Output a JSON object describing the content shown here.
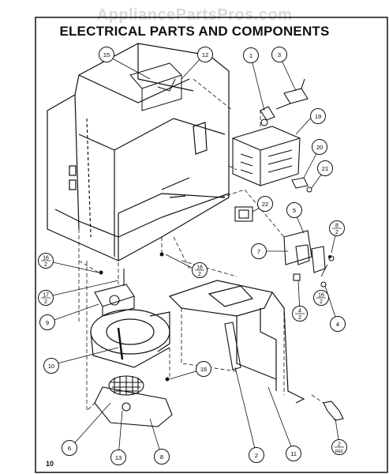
{
  "watermark": "AppliancePartsPros.com",
  "title": "ELECTRICAL PARTS AND COMPONENTS",
  "page_number": "10",
  "callouts": [
    {
      "id": "c15",
      "text": "15"
    },
    {
      "id": "c12",
      "text": "12"
    },
    {
      "id": "c1",
      "text": "1"
    },
    {
      "id": "c3",
      "text": "3"
    },
    {
      "id": "c19",
      "text": "19"
    },
    {
      "id": "c20",
      "text": "20"
    },
    {
      "id": "c21",
      "text": "21"
    },
    {
      "id": "c22",
      "text": "22"
    },
    {
      "id": "c5",
      "text": "5"
    },
    {
      "id": "c7",
      "text": "7"
    },
    {
      "id": "c16a",
      "text": "16",
      "sub": "2"
    },
    {
      "id": "c17",
      "text": "17",
      "sub": "2"
    },
    {
      "id": "c9",
      "text": "9"
    },
    {
      "id": "c10",
      "text": "10"
    },
    {
      "id": "c16b",
      "text": "16",
      "sub": "2"
    },
    {
      "id": "c8a",
      "text": "8",
      "sub": "2"
    },
    {
      "id": "c16c",
      "text": "16",
      "sub": "2"
    },
    {
      "id": "c4a",
      "text": "4",
      "sub": "2"
    },
    {
      "id": "c4",
      "text": "4"
    },
    {
      "id": "c16d",
      "text": "16"
    },
    {
      "id": "c6",
      "text": "6"
    },
    {
      "id": "c13",
      "text": "13"
    },
    {
      "id": "c8",
      "text": "8"
    },
    {
      "id": "c2",
      "text": "2"
    },
    {
      "id": "c11",
      "text": "11"
    },
    {
      "id": "c2ref",
      "text": "2",
      "sub": "REF"
    }
  ]
}
